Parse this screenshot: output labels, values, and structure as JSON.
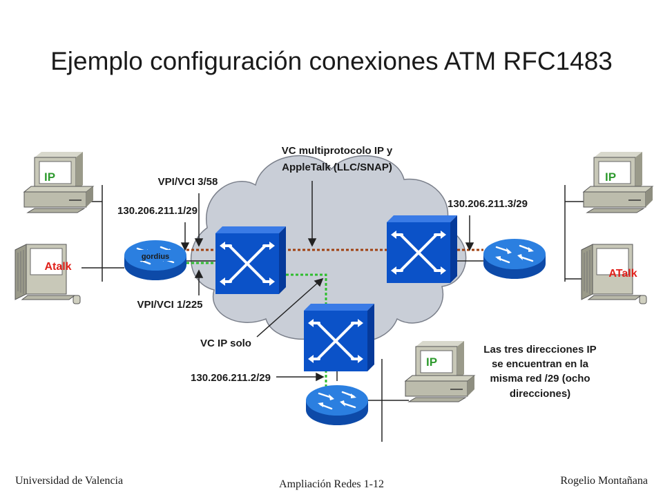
{
  "title": "Ejemplo configuración conexiones ATM RFC1483",
  "labels": {
    "vc_multiprotocolo_l1": "VC multiprotocolo IP y",
    "vc_multiprotocolo_l2": "AppleTalk (LLC/SNAP)",
    "vpi_358": "VPI/VCI 3/58",
    "addr_1": "130.206.211.1/29",
    "addr_3": "130.206.211.3/29",
    "addr_2": "130.206.211.2/29",
    "vpi_1225": "VPI/VCI 1/225",
    "vc_ip_solo": "VC IP solo",
    "router_name": "gordius",
    "note_l1": "Las tres direcciones IP",
    "note_l2": "se encuentran en la",
    "note_l3": "misma red /29 (ocho",
    "note_l4": "direcciones)"
  },
  "hosts": {
    "left_top": "IP",
    "left_bottom": "Atalk",
    "right_top": "IP",
    "right_bottom": "ATalk",
    "bottom": "IP"
  },
  "footer": {
    "left": "Universidad de Valencia",
    "center": "Ampliación Redes 1-12",
    "right": "Rogelio Montañana"
  },
  "colors": {
    "multiprotocol_vc": "#a04010",
    "ip_only_vc": "#2ebd2e",
    "router": "#1e6fd0",
    "switch": "#0a4fc0",
    "cloud": "#c8cdd6"
  }
}
